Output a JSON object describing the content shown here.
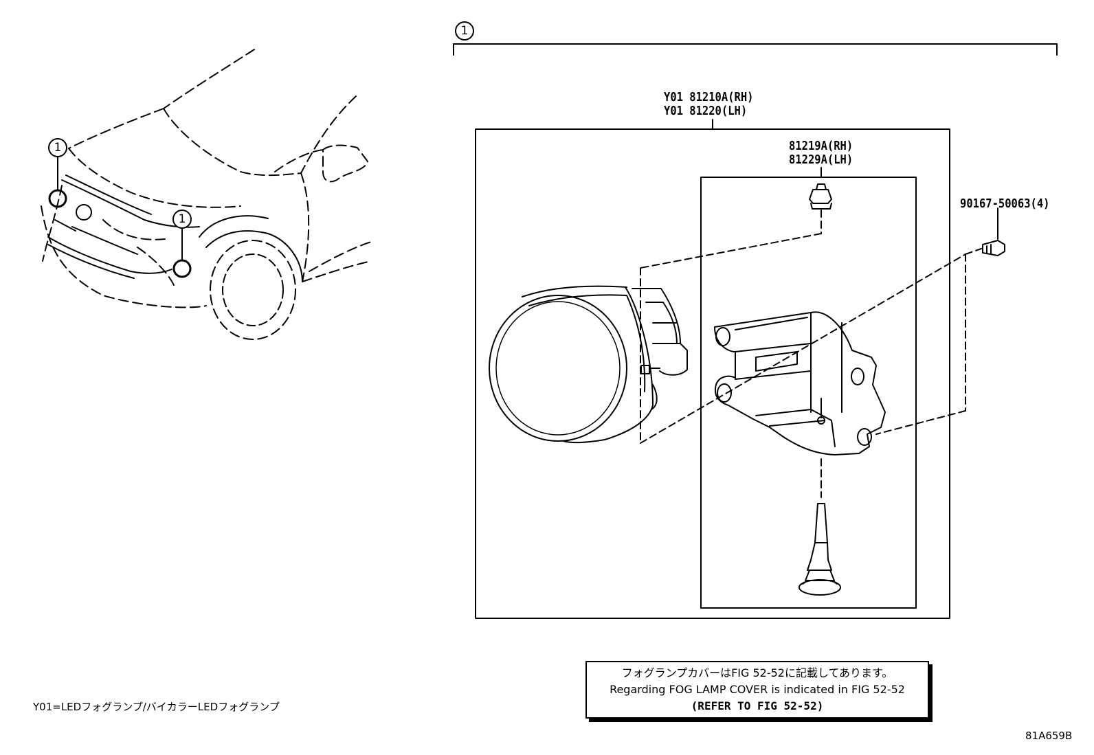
{
  "callouts": {
    "group_ref": "1",
    "vehicle_ref_upper": "1",
    "vehicle_ref_lower": "1"
  },
  "parts": {
    "fog_lamp_assy_rh": "Y01 81210A(RH)",
    "fog_lamp_assy_lh": "Y01 81220(LH)",
    "retainer_rh": "81219A(RH)",
    "retainer_lh": "81229A(LH)",
    "screw": "90167-50063(4)"
  },
  "note": {
    "jp": "フォグランプカバーはFIG 52-52に記載してあります。",
    "en": "Regarding FOG LAMP COVER is indicated in FIG 52-52",
    "refer": "(REFER TO FIG 52-52)"
  },
  "legend": "Y01=LEDフォグランプ/バイカラーLEDフォグランプ",
  "illustration_code": "81A659B"
}
